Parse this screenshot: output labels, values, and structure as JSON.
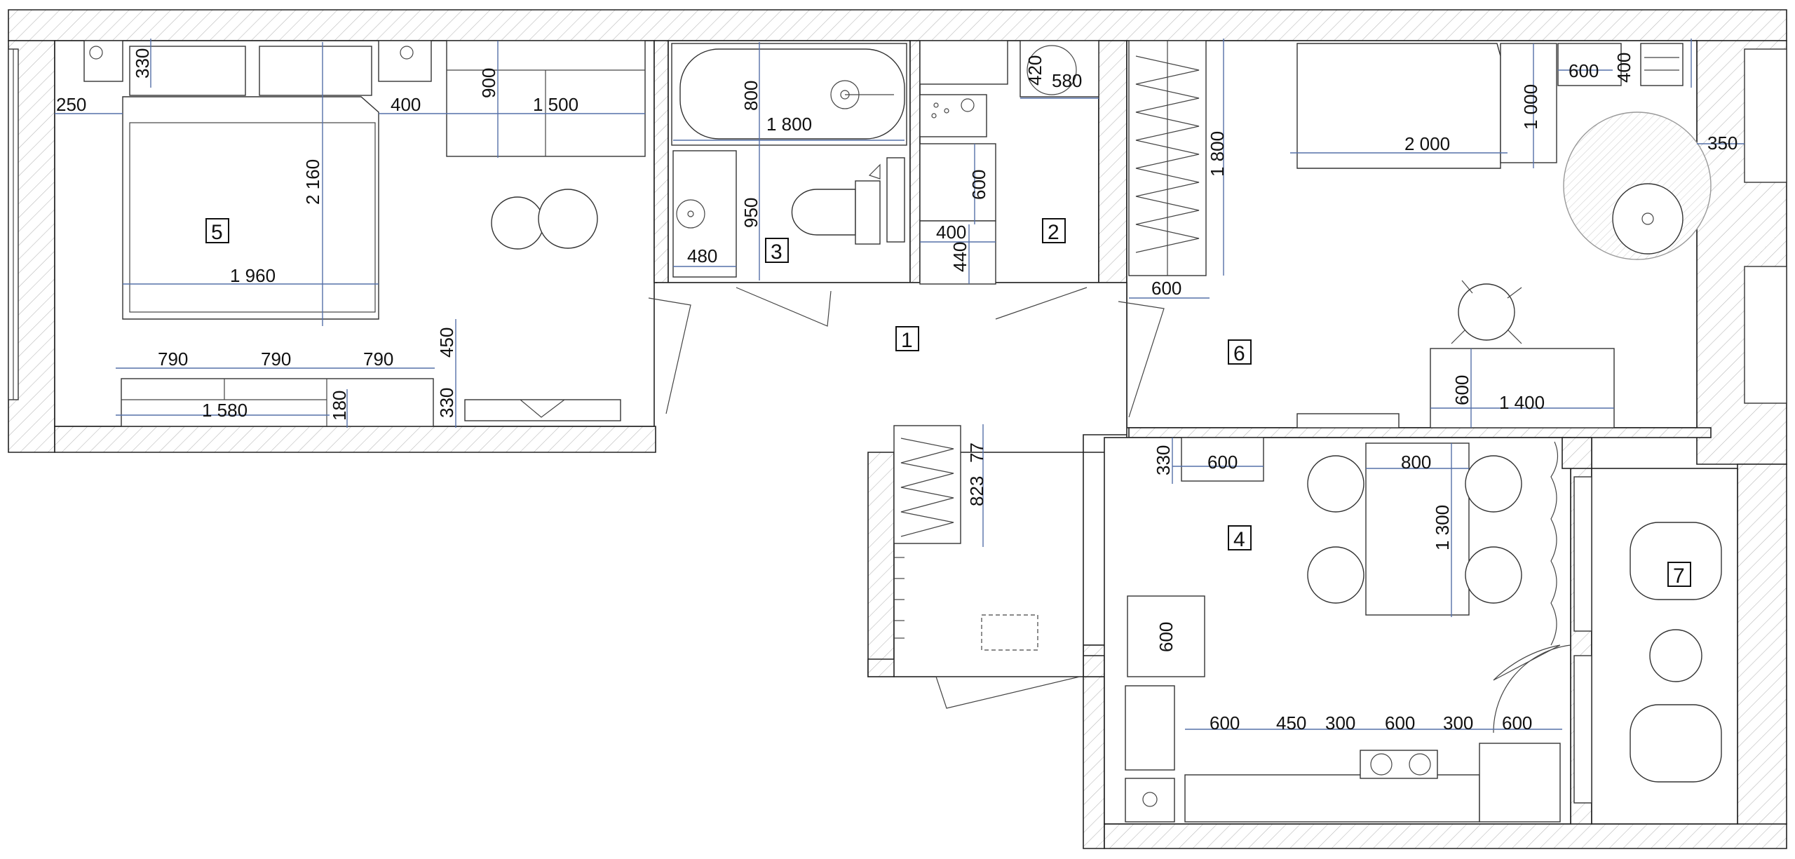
{
  "rooms": [
    {
      "id": "1",
      "label": "1"
    },
    {
      "id": "2",
      "label": "2"
    },
    {
      "id": "3",
      "label": "3"
    },
    {
      "id": "4",
      "label": "4"
    },
    {
      "id": "5",
      "label": "5"
    },
    {
      "id": "6",
      "label": "6"
    },
    {
      "id": "7",
      "label": "7"
    }
  ],
  "dimensions": {
    "bed_offset_top": "330",
    "sofa_depth": "900",
    "sofa_width": "1 500",
    "window_niche": "250",
    "bed_to_sofa": "400",
    "bed_length": "2 160",
    "bed_width": "1 960",
    "shelf_1": "790",
    "shelf_2": "790",
    "shelf_3": "790",
    "tv_stand_gap": "450",
    "tv_stand_depth": "330",
    "stand_total": "1 580",
    "stand_depth": "180",
    "bath_width": "800",
    "bath_length": "1 800",
    "sink_to_wall": "950",
    "sink_width": "480",
    "wc_sink": "420",
    "wc_sink_width": "580",
    "closet_depth": "600",
    "closet_400": "400",
    "closet_440": "440",
    "wardrobe_6_length": "1 800",
    "wardrobe_6_depth": "600",
    "bed6_length": "2 000",
    "bed6_width": "1 000",
    "nightstand_w": "600",
    "nightstand_d": "400",
    "window_6": "350",
    "desk_depth": "600",
    "desk_width": "1 400",
    "hall_closet_a": "77",
    "hall_closet_b": "823",
    "kitchen_shelf_offset": "330",
    "kitchen_shelf_w": "600",
    "table_w": "800",
    "table_l": "1 300",
    "fridge_depth": "600",
    "kitchen_run": [
      "600",
      "450",
      "300",
      "600",
      "300",
      "600"
    ]
  }
}
